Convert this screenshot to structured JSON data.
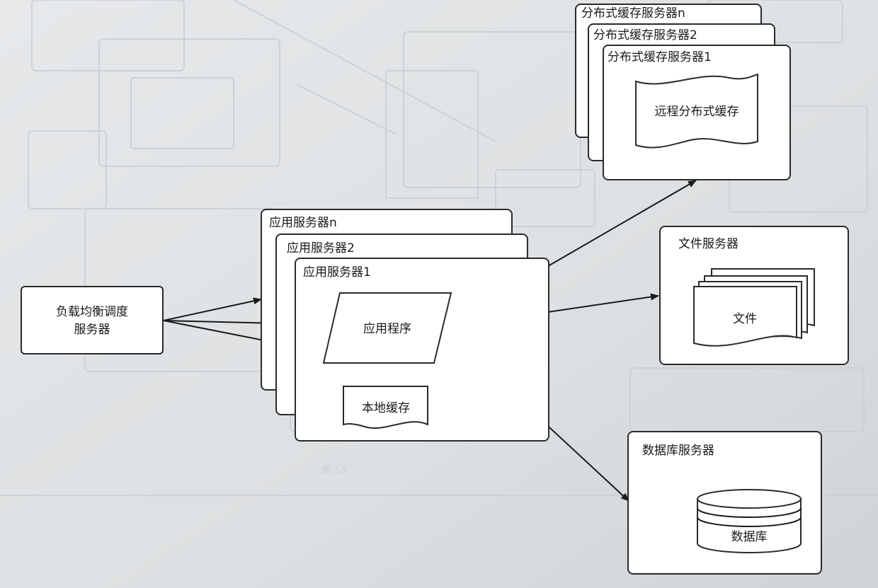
{
  "diagram": {
    "load_balancer": {
      "line1": "负载均衡调度",
      "line2": "服务器"
    },
    "app_servers": {
      "server_n": "应用服务器n",
      "server_2": "应用服务器2",
      "server_1": "应用服务器1",
      "application": "应用程序",
      "local_cache": "本地缓存"
    },
    "cache_servers": {
      "server_n": "分布式缓存服务器n",
      "server_2": "分布式缓存服务器2",
      "server_1": "分布式缓存服务器1",
      "remote_cache": "远程分布式缓存"
    },
    "file_server": {
      "title": "文件服务器",
      "files": "文件"
    },
    "db_server": {
      "title": "数据库服务器",
      "database": "数据库"
    }
  },
  "colors": {
    "background": "#dfe2e4",
    "stroke": "#2a2a2a",
    "fill": "#ffffff"
  }
}
